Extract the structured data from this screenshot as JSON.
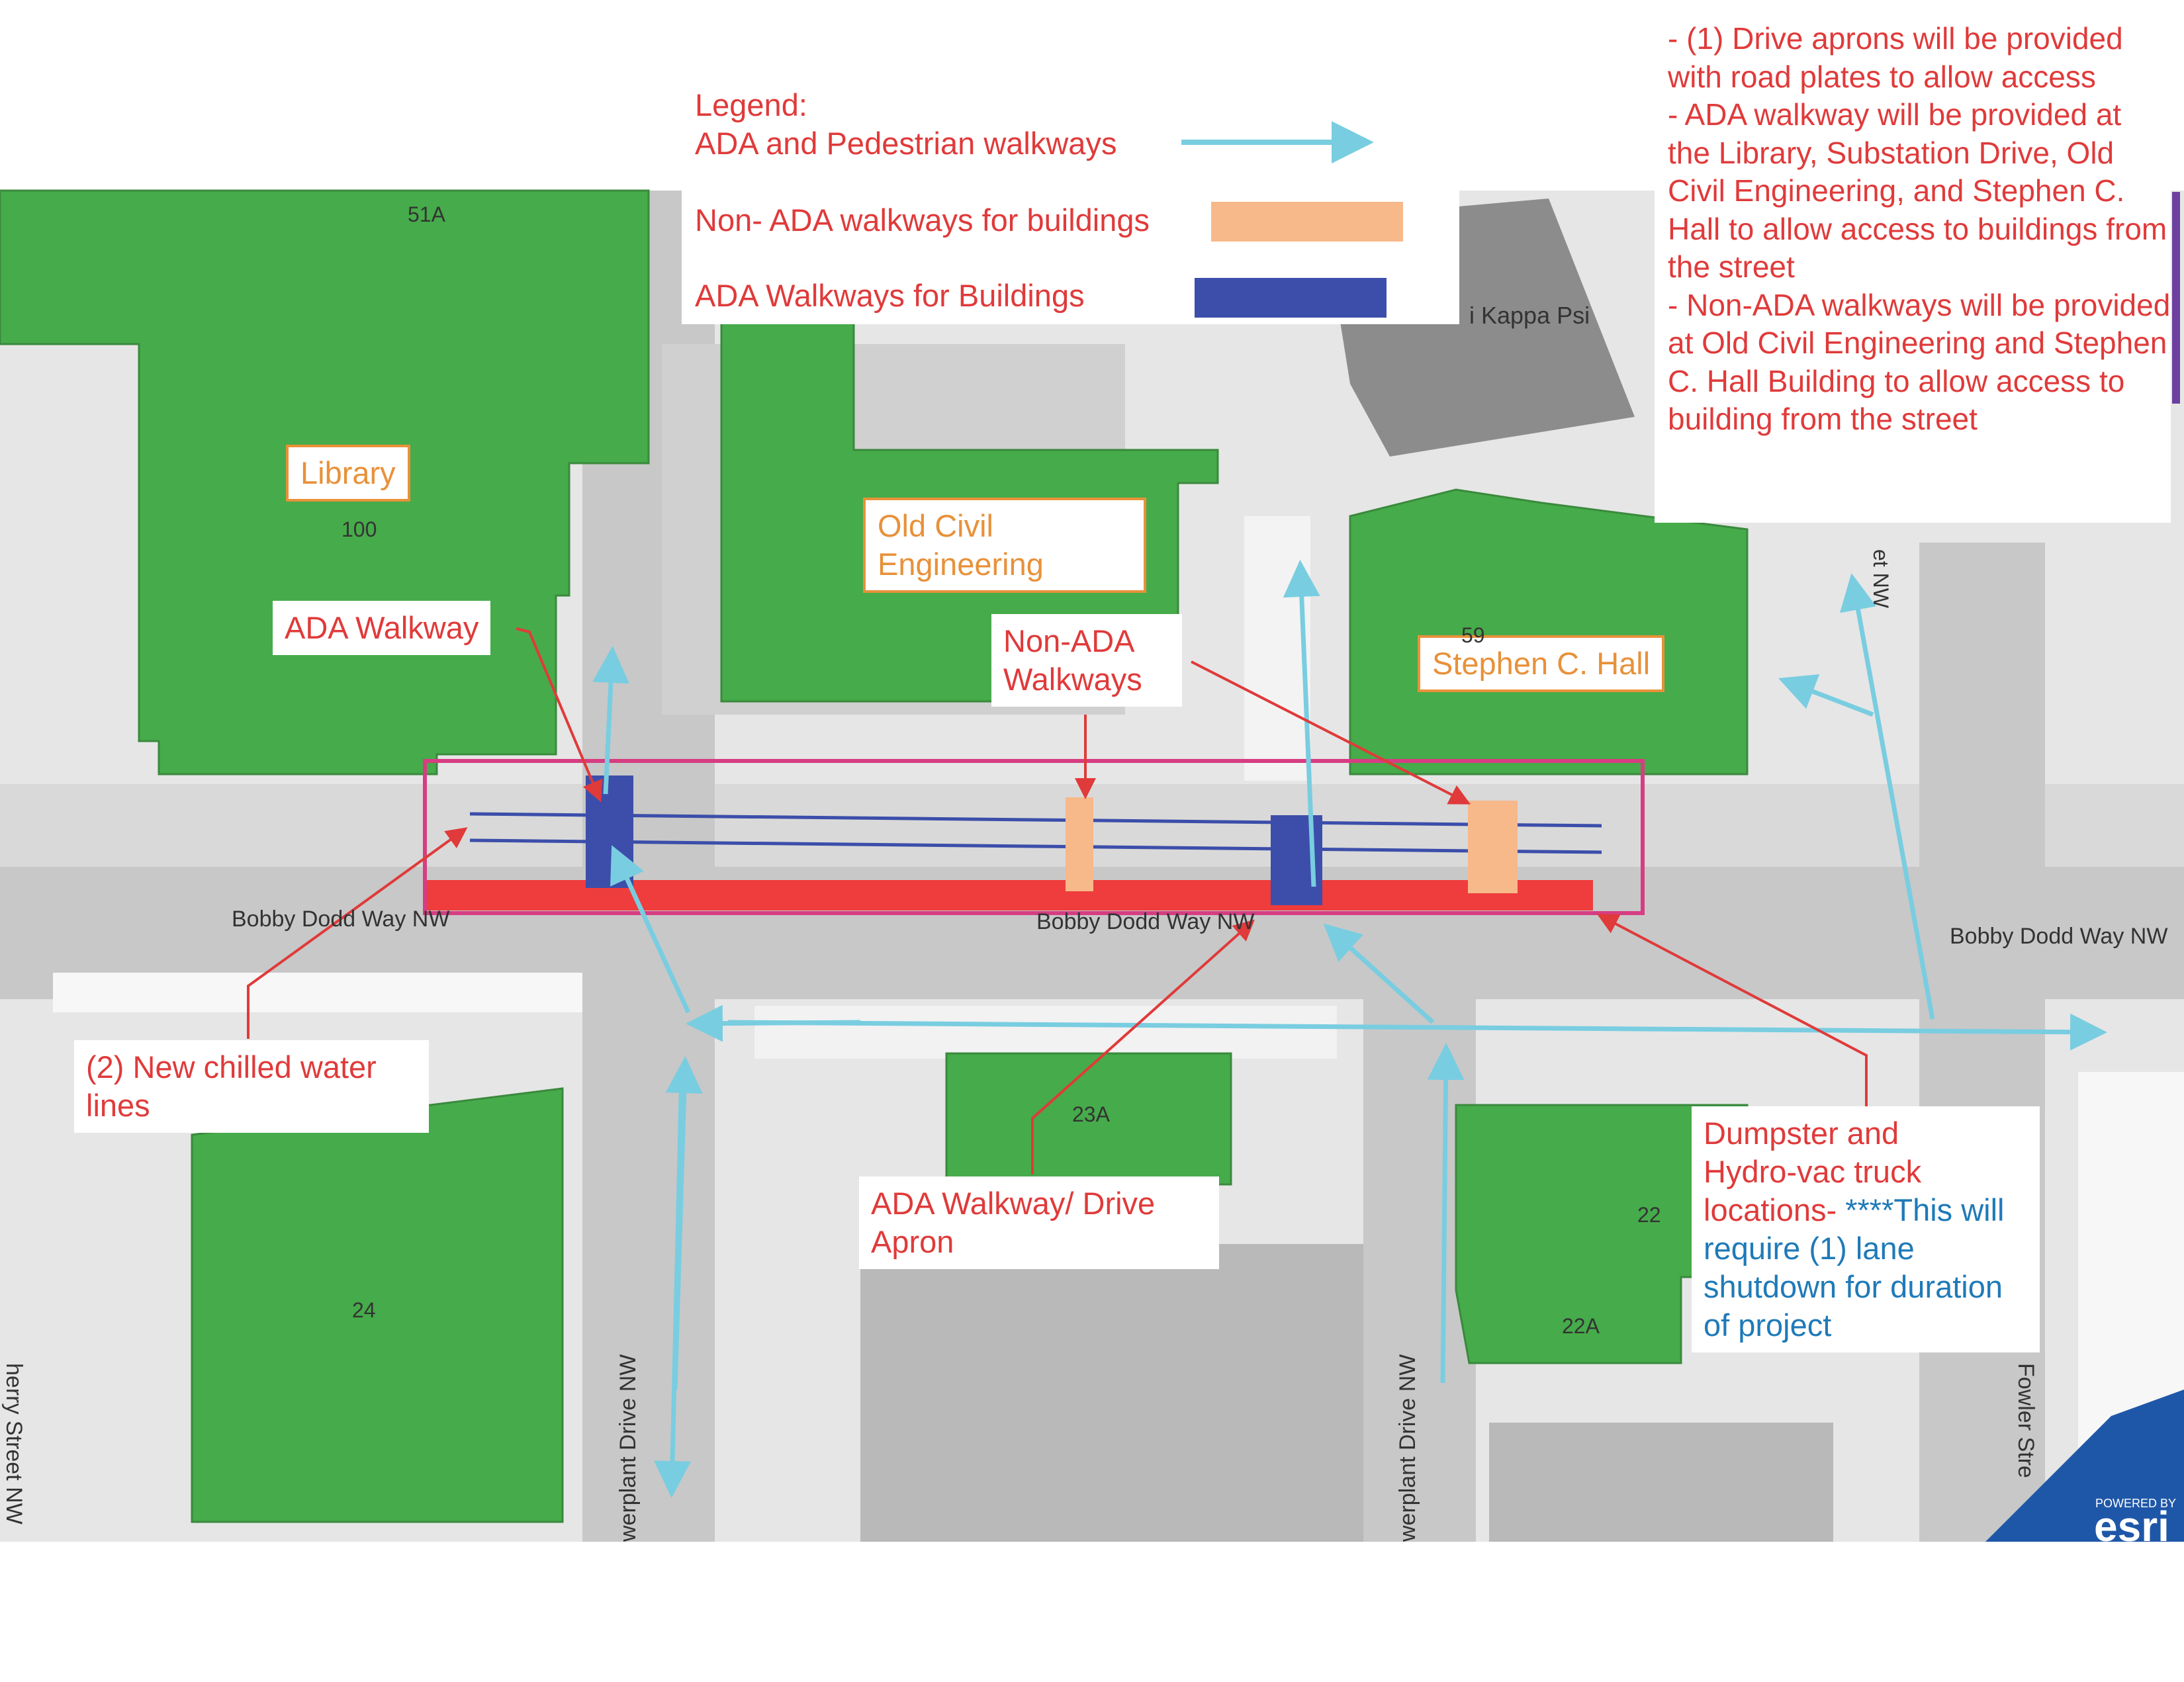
{
  "legend": {
    "title": "Legend:",
    "items": [
      {
        "label": "ADA and Pedestrian walkways",
        "symbol": "light-blue-arrow",
        "color": "#79cde0"
      },
      {
        "label": "Non- ADA walkways for buildings",
        "symbol": "orange-bar",
        "color": "#f7b88a"
      },
      {
        "label": "ADA Walkways for Buildings",
        "symbol": "navy-bar",
        "color": "#3c4eaa"
      }
    ]
  },
  "notes": {
    "text": "- (1) Drive aprons will be provided with road plates to allow access\n- ADA walkway will be provided at the Library, Substation Drive, Old Civil Engineering, and Stephen C. Hall to allow access to buildings from the street\n- Non-ADA walkways will be provided at Old Civil Engineering and Stephen C. Hall Building to allow access to building from the street"
  },
  "buildings": {
    "library": "Library",
    "old_civil": "Old Civil\nEngineering",
    "stephen_hall": "Stephen C. Hall"
  },
  "callouts": {
    "ada_walkway": "ADA Walkway",
    "non_ada": "Non-ADA\nWalkways",
    "chilled_water": "(2) New chilled water\nlines",
    "drive_apron": "ADA Walkway/ Drive\nApron",
    "dumpster_red": "Dumpster and\nHydro-vac truck\nlocations- ",
    "dumpster_blue": "****This will\nrequire (1) lane\nshutdown for duration\nof project"
  },
  "map_labels": {
    "b51a": "51A",
    "b100": "100",
    "kappa": "i Kappa Psi",
    "b59": "59",
    "b23a": "23A",
    "b24": "24",
    "b22": "22",
    "b22a": "22A",
    "street_nw_partial": "et NW",
    "bobby1": "Bobby Dodd Way NW",
    "bobby2": "Bobby Dodd Way NW",
    "bobby3": "Bobby Dodd Way NW",
    "powerplant1": "werplant Drive NW",
    "powerplant2": "werplant Drive NW",
    "fowler": "Fowler Stre",
    "cherry": "herry Street NW",
    "esri_powered": "POWERED BY",
    "esri": "esri"
  },
  "colors": {
    "building_green": "#46ab4a",
    "road": "#cdcdcd",
    "road_light": "#e4e4e4",
    "work_zone_outline": "#d63d82",
    "dumpster_red": "#ef3c3c",
    "arrow_blue": "#79cde0",
    "annotation_red": "#e03a3a",
    "building_label_orange": "#e8913a",
    "esri_blue": "#1f57a8"
  }
}
